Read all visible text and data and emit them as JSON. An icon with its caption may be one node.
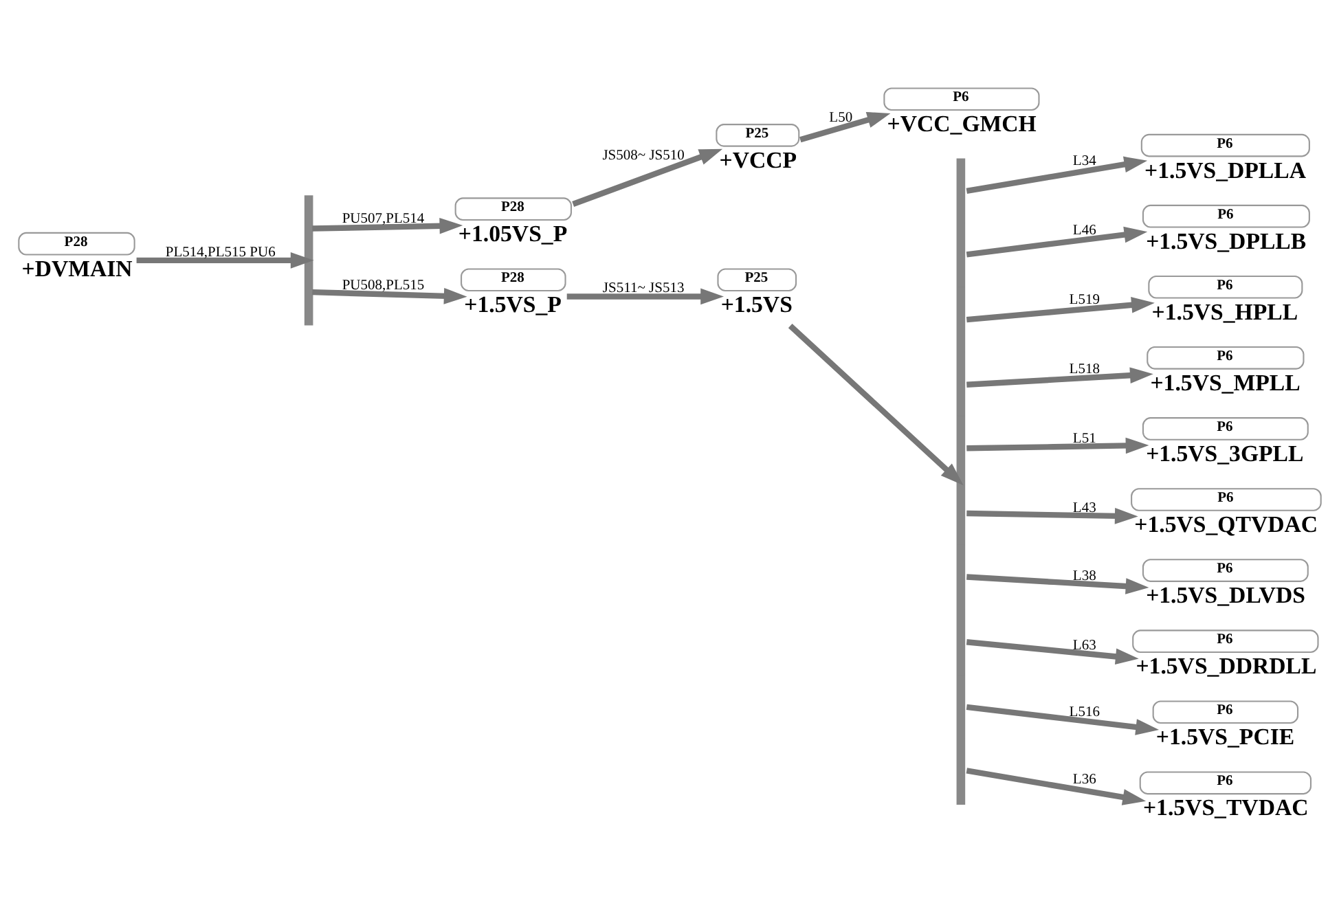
{
  "diagram": {
    "nodes": [
      {
        "text": [
          "P28",
          "+DVMAIN"
        ]
      },
      {
        "text": [],
        "shape": "bar"
      },
      {
        "text": [
          "P28",
          "+1.05VS_P"
        ]
      },
      {
        "text": [
          "P25",
          "+VCCP"
        ]
      },
      {
        "text": [
          "P6",
          "+VCC_GMCH"
        ]
      },
      {
        "text": [
          "P28",
          "+1.5VS_P"
        ]
      },
      {
        "text": [
          "P25",
          "+1.5VS"
        ]
      },
      {
        "text": [],
        "shape": "bar"
      },
      {
        "text": [
          "P6",
          "+1.5VS_DPLLA"
        ]
      },
      {
        "text": [
          "P6",
          "+1.5VS_DPLLB"
        ]
      },
      {
        "text": [
          "P6",
          "+1.5VS_HPLL"
        ]
      },
      {
        "text": [
          "P6",
          "+1.5VS_MPLL"
        ]
      },
      {
        "text": [
          "P6",
          "+1.5VS_3GPLL"
        ]
      },
      {
        "text": [
          "P6",
          "+1.5VS_QTVDAC"
        ]
      },
      {
        "text": [
          "P6",
          "+1.5VS_DLVDS"
        ]
      },
      {
        "text": [
          "P6",
          "+1.5VS_DDRDLL"
        ]
      },
      {
        "text": [
          "P6",
          "+1.5VS_PCIE"
        ]
      },
      {
        "text": [
          "P6",
          "+1.5VS_TVDAC"
        ]
      }
    ],
    "edges": [
      {
        "from": 0,
        "to": 1,
        "arrow": "to",
        "label": "PL514,PL515 PU6"
      },
      {
        "from": 1,
        "to": 2,
        "arrow": "to",
        "label": "PU507,PL514"
      },
      {
        "from": 2,
        "to": 3,
        "arrow": "to",
        "label": "JS508~ JS510"
      },
      {
        "from": 3,
        "to": 4,
        "arrow": "to",
        "label": "L50"
      },
      {
        "from": 1,
        "to": 5,
        "arrow": "to",
        "label": "PU508,PL515"
      },
      {
        "from": 5,
        "to": 6,
        "arrow": "to",
        "label": "JS511~ JS513"
      },
      {
        "from": 6,
        "to": 7,
        "arrow": "to"
      },
      {
        "from": 7,
        "to": 8,
        "arrow": "to",
        "label": "L34"
      },
      {
        "from": 7,
        "to": 9,
        "arrow": "to",
        "label": "L46"
      },
      {
        "from": 7,
        "to": 10,
        "arrow": "to",
        "label": "L519"
      },
      {
        "from": 7,
        "to": 11,
        "arrow": "to",
        "label": "L518"
      },
      {
        "from": 7,
        "to": 12,
        "arrow": "to",
        "label": "L51"
      },
      {
        "from": 7,
        "to": 13,
        "arrow": "to",
        "label": "L43"
      },
      {
        "from": 7,
        "to": 14,
        "arrow": "to",
        "label": "L38"
      },
      {
        "from": 7,
        "to": 15,
        "arrow": "to",
        "label": "L63"
      },
      {
        "from": 7,
        "to": 16,
        "arrow": "to",
        "label": "L516"
      },
      {
        "from": 7,
        "to": 17,
        "arrow": "to",
        "label": "L36"
      }
    ]
  }
}
